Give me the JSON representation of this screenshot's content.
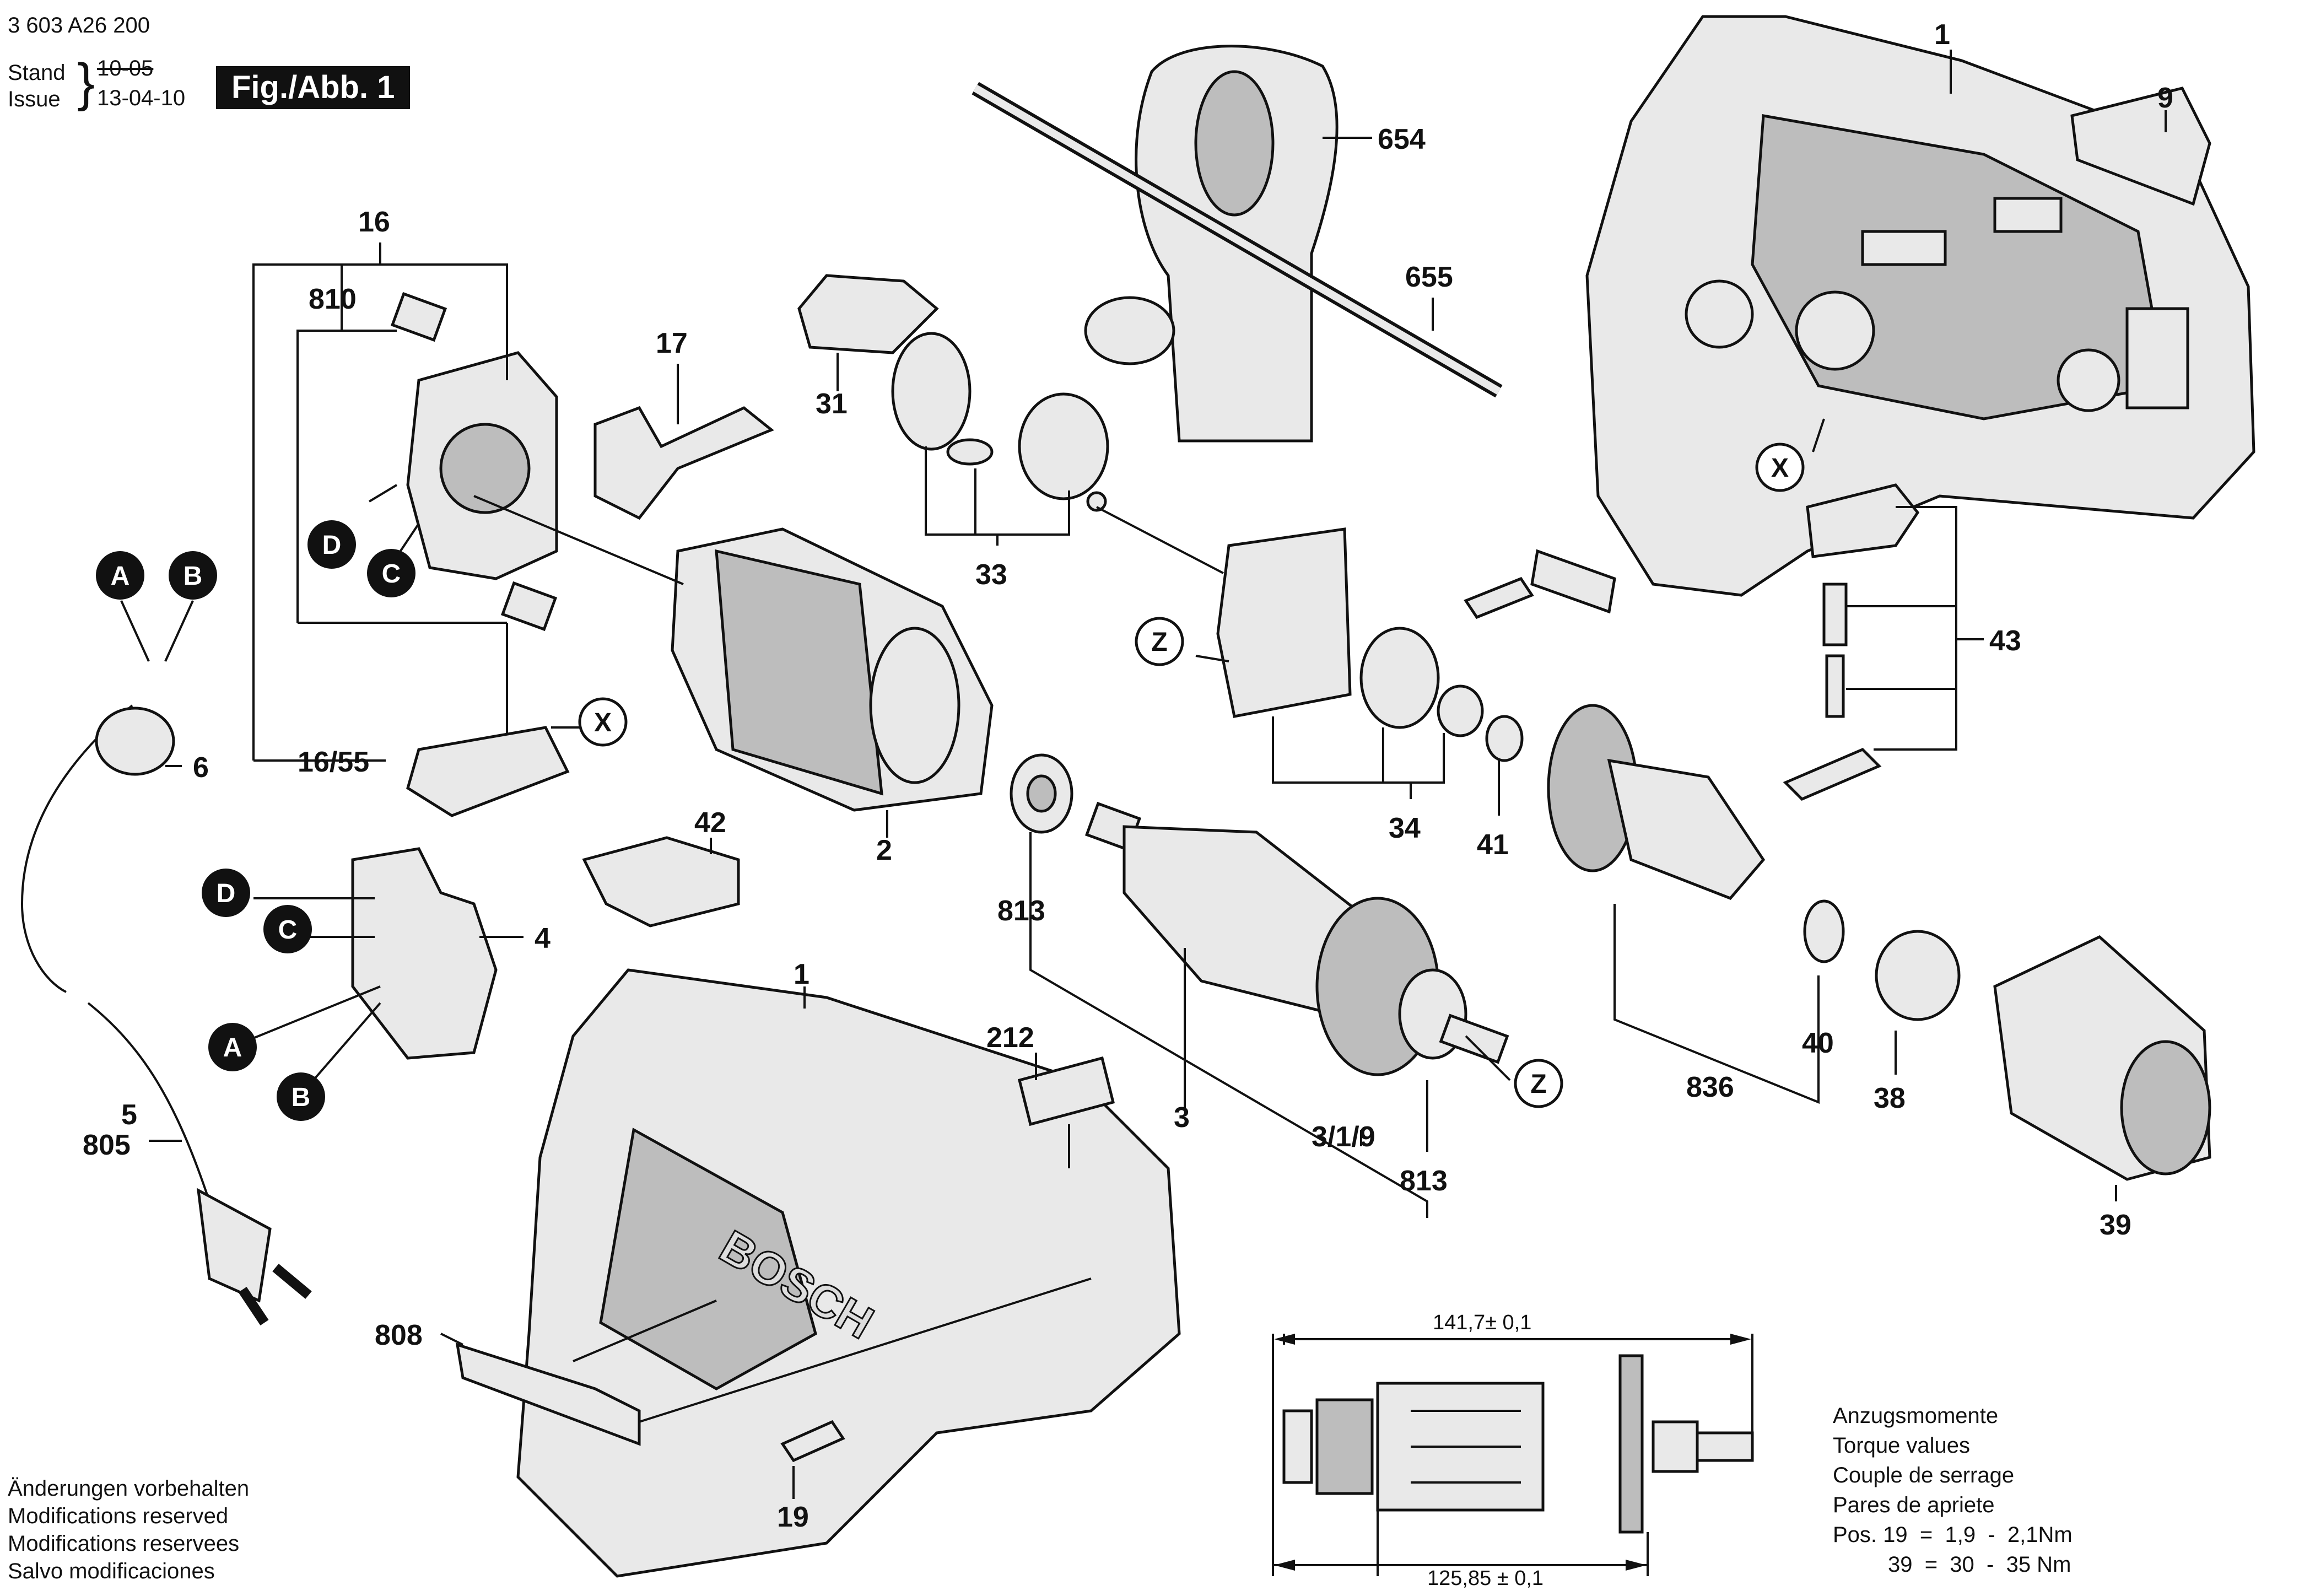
{
  "header": {
    "doc_number": "3 603 A26 200",
    "stand_label": "Stand",
    "stand_value_struck": "10-05",
    "issue_label": "Issue",
    "issue_value": "13-04-10",
    "figure_badge": "Fig./Abb. 1"
  },
  "callouts": {
    "c1a": "1",
    "c1b": "1",
    "c2": "2",
    "c3": "3",
    "c4": "4",
    "c5": "5",
    "c6": "6",
    "c9": "9",
    "c16": "16",
    "c16_55": "16/55",
    "c17": "17",
    "c19": "19",
    "c31": "31",
    "c33": "33",
    "c34": "34",
    "c38": "38",
    "c39": "39",
    "c40": "40",
    "c41": "41",
    "c42": "42",
    "c43": "43",
    "c212": "212",
    "c654": "654",
    "c655": "655",
    "c805": "805",
    "c808": "808",
    "c810": "810",
    "c813a": "813",
    "c813b": "813",
    "c836": "836",
    "c3_1_9": "3/1/9"
  },
  "markers": {
    "A": "A",
    "B": "B",
    "C": "C",
    "D": "D",
    "X": "X",
    "Z": "Z"
  },
  "brand_text": "BOSCH",
  "dimensions": {
    "overall_length": "141,7± 0,1",
    "core_length": "125,85 ± 0,1"
  },
  "footer_notes": [
    "Änderungen vorbehalten",
    "Modifications reserved",
    "Modifications reservees",
    "Salvo modificaciones"
  ],
  "torque_table": {
    "titles": [
      "Anzugsmomente",
      "Torque values",
      "Couple de serrage",
      "Pares de apriete"
    ],
    "row1": "Pos. 19  =  1,9  -  2,1Nm",
    "row2": "39  =  30  -  35 Nm"
  }
}
